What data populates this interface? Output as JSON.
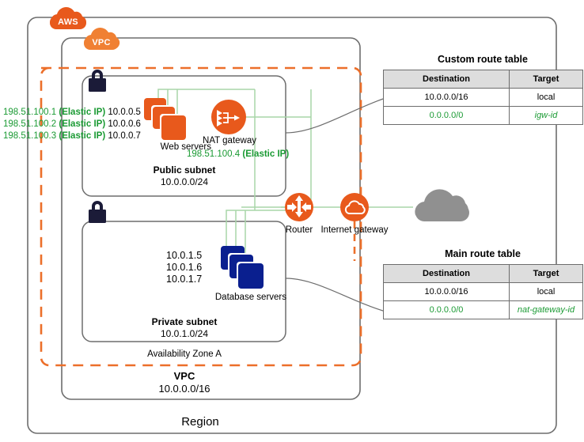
{
  "diagram": {
    "title": "AWS VPC with public and private subnets and NAT gateway",
    "colors": {
      "aws_orange_dark": "#E8591C",
      "aws_orange": "#F08033",
      "aws_orange_mid": "#EC6F2A",
      "node_orange": "#E8591C",
      "db_blue": "#0A1F8F",
      "lock_navy": "#1B1B38",
      "green_line": "#A8D5A8",
      "green_text": "#1A9A33",
      "gray_cloud": "#909090",
      "frame_gray": "#6D6D6D",
      "header_fill": "#DDDDDD"
    }
  },
  "containers": {
    "aws_badge": "AWS",
    "vpc_badge": "VPC",
    "region_label": "Region",
    "vpc_label": "VPC",
    "vpc_cidr": "10.0.0.0/16",
    "az_label": "Availability Zone A",
    "public_subnet_label": "Public subnet",
    "public_subnet_cidr": "10.0.0.0/24",
    "private_subnet_label": "Private  subnet",
    "private_subnet_cidr": "10.0.1.0/24"
  },
  "web_servers": {
    "label": "Web servers",
    "icon": "stacked-servers-icon",
    "elastic_ips": [
      {
        "public": "198.51.100.1",
        "tag": "(Elastic IP)",
        "private": "10.0.0.5"
      },
      {
        "public": "198.51.100.2",
        "tag": "(Elastic IP)",
        "private": "10.0.0.6"
      },
      {
        "public": "198.51.100.3",
        "tag": "(Elastic IP)",
        "private": "10.0.0.7"
      }
    ]
  },
  "nat_gateway": {
    "label": "NAT gateway",
    "icon": "nat-gateway-icon",
    "elastic_ip": "198.51.100.4",
    "elastic_ip_tag": "(Elastic IP)"
  },
  "database_servers": {
    "label": "Database servers",
    "icon": "stacked-database-icon",
    "ips": [
      "10.0.1.5",
      "10.0.1.6",
      "10.0.1.7"
    ]
  },
  "router": {
    "label": "Router",
    "icon": "router-icon"
  },
  "internet_gateway": {
    "label": "Internet gateway",
    "icon": "internet-gateway-icon"
  },
  "internet_cloud": {
    "icon": "cloud-icon"
  },
  "locks": {
    "public_lock_icon": "padlock-icon",
    "private_lock_icon": "padlock-icon"
  },
  "route_tables": [
    {
      "id": "custom-route-table",
      "title": "Custom route table",
      "headers": [
        "Destination",
        "Target"
      ],
      "rows": [
        {
          "destination": "10.0.0.0/16",
          "target": "local",
          "dest_style": "plain",
          "target_style": "plain"
        },
        {
          "destination": "0.0.0.0/0",
          "target": "igw-id",
          "dest_style": "green",
          "target_style": "green-italic"
        }
      ]
    },
    {
      "id": "main-route-table",
      "title": "Main route table",
      "headers": [
        "Destination",
        "Target"
      ],
      "rows": [
        {
          "destination": "10.0.0.0/16",
          "target": "local",
          "dest_style": "plain",
          "target_style": "plain"
        },
        {
          "destination": "0.0.0.0/0",
          "target": "nat-gateway-id",
          "dest_style": "green",
          "target_style": "green-italic"
        }
      ]
    }
  ]
}
